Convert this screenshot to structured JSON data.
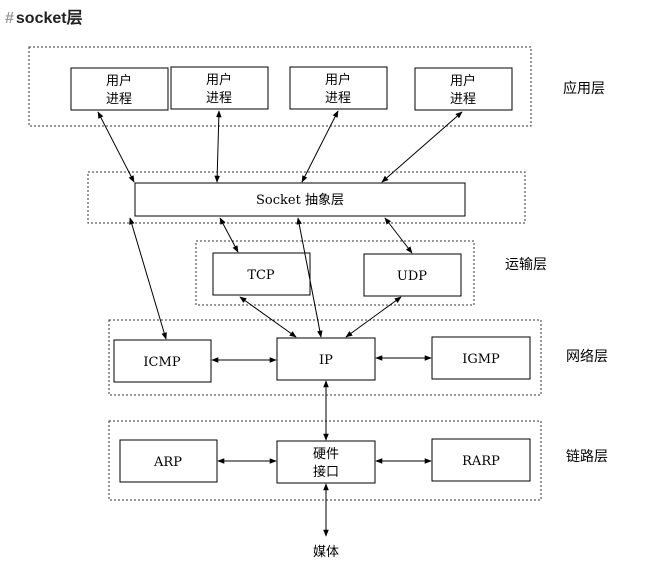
{
  "heading": {
    "hash": "#",
    "title": "socket层"
  },
  "layers": {
    "application": "应用层",
    "transport": "运输层",
    "network": "网络层",
    "link": "链路层"
  },
  "boxes": {
    "user_process_line1": "用户",
    "user_process_line2": "进程",
    "socket": "Socket 抽象层",
    "tcp": "TCP",
    "udp": "UDP",
    "icmp": "ICMP",
    "ip": "IP",
    "igmp": "IGMP",
    "arp": "ARP",
    "hw_line1": "硬件",
    "hw_line2": "接口",
    "rarp": "RARP"
  },
  "media": "媒体"
}
